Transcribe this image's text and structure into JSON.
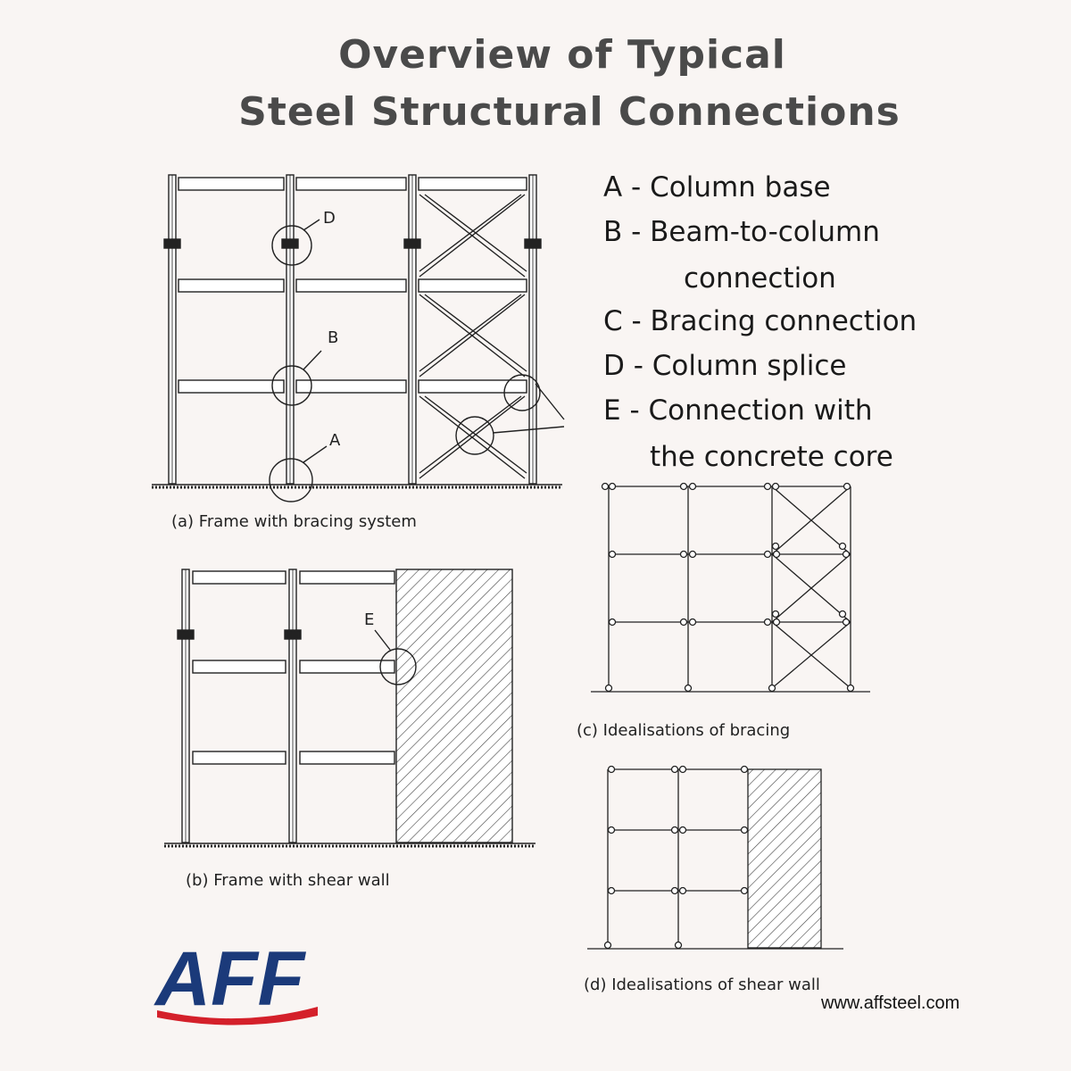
{
  "title": {
    "line1": "Overview of Typical",
    "line2": "Steel Structural Connections"
  },
  "legend": [
    {
      "label": "A - Column base"
    },
    {
      "label": "B - Beam-to-column"
    },
    {
      "label": "connection"
    },
    {
      "label": "C - Bracing connection"
    },
    {
      "label": "D - Column splice"
    },
    {
      "label": "E - Connection with"
    },
    {
      "label": "the concrete core"
    }
  ],
  "markers": {
    "a": "A",
    "b": "B",
    "d": "D",
    "e": "E"
  },
  "captions": {
    "a": "(a) Frame with bracing system",
    "b": "(b) Frame with shear wall",
    "c": "(c) Idealisations of bracing",
    "d": "(d) Idealisations of shear wall"
  },
  "logo": {
    "text": "AFF",
    "color_blue": "#1b3a7a",
    "color_red": "#d4202a"
  },
  "website": "www.affsteel.com"
}
